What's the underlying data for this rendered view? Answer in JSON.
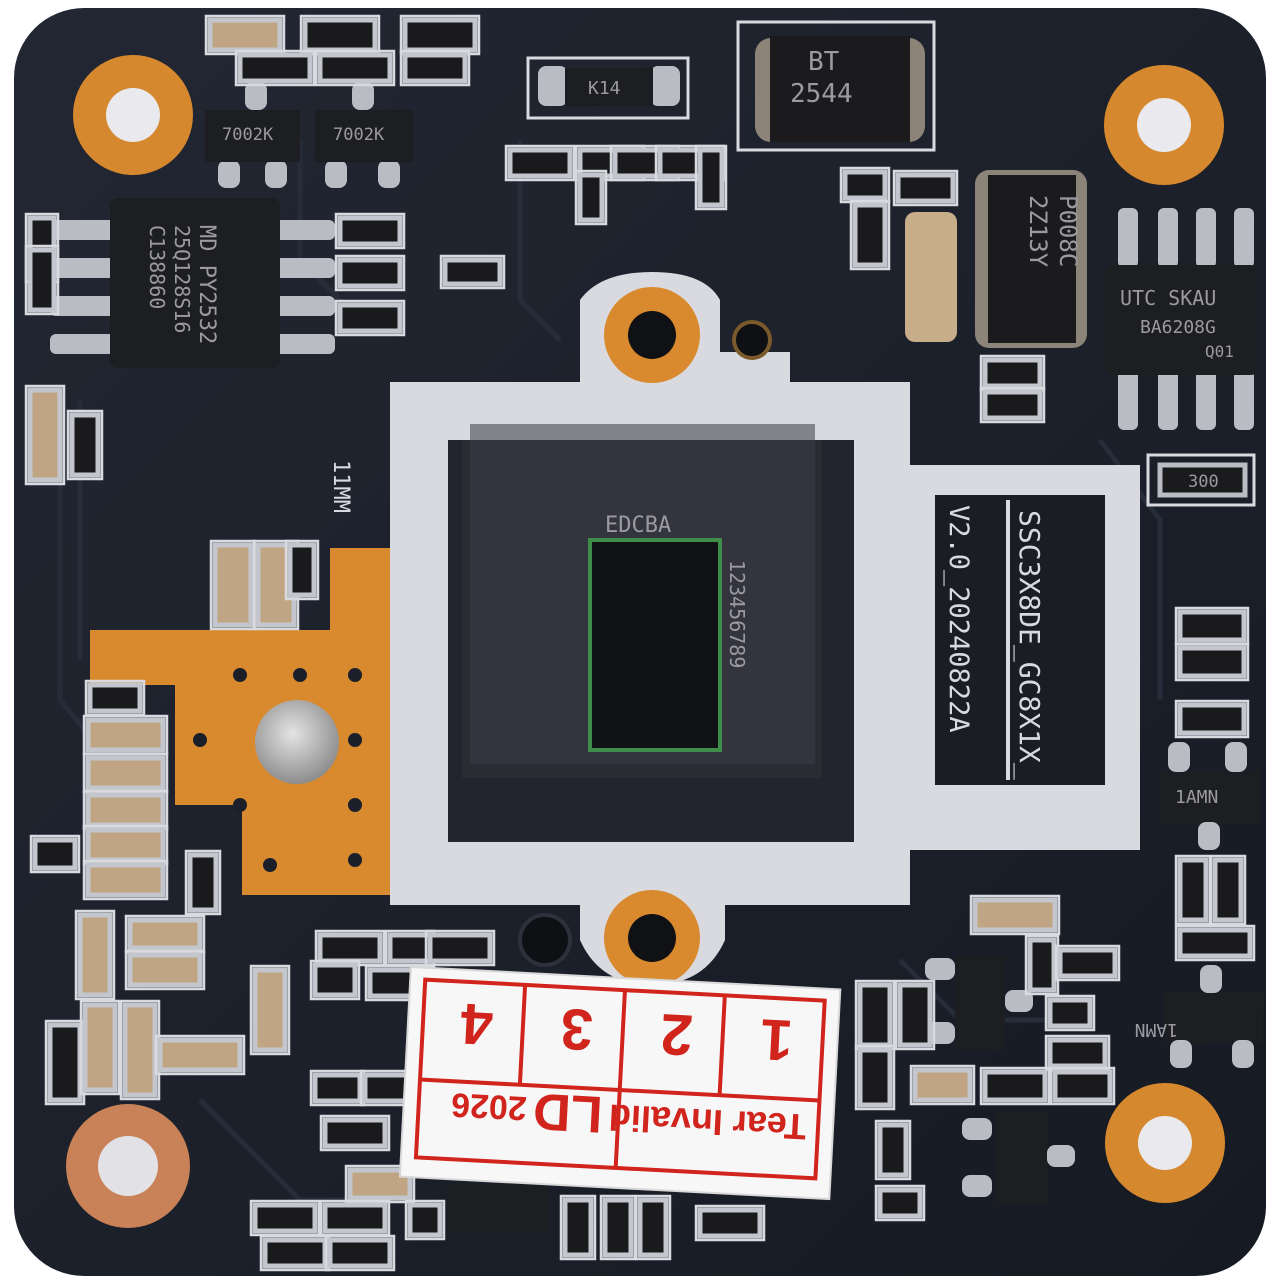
{
  "board": {
    "colors": {
      "solder_mask": "#1b1f29",
      "silkscreen": "#d8dadf",
      "copper": "#d98a2e",
      "chip": "#1c1c1e",
      "label_red": "#d0241d"
    }
  },
  "markings": {
    "diode_k14": "K14",
    "inductor_top_line1": "BT",
    "inductor_top_line2": "2544",
    "transistor_left": "7002K",
    "transistor_right": "7002K",
    "flash_line1": "MD PY2532",
    "flash_line2": "25Q128S16",
    "flash_line3": "C138860",
    "inductor_right_line1": "P008C",
    "inductor_right_line2": "2Z13Y",
    "utc_line1": "UTC SKAU",
    "utc_line2": "BA6208G",
    "utc_line3": "Q01",
    "resistor_300": "300",
    "lens_size": "11MM",
    "soc_top": "EDCBA",
    "soc_side": "123456789",
    "board_model": "SSC3X8DE_GC8X1X_",
    "board_version": "V2.0_20240822A",
    "regulator_1": "1AMN",
    "regulator_2": "1AMN"
  },
  "sticker": {
    "digits": [
      "1",
      "2",
      "3",
      "4"
    ],
    "left_text": "Tear Invalid",
    "right_text_1": "LD",
    "right_text_2": "2026"
  }
}
